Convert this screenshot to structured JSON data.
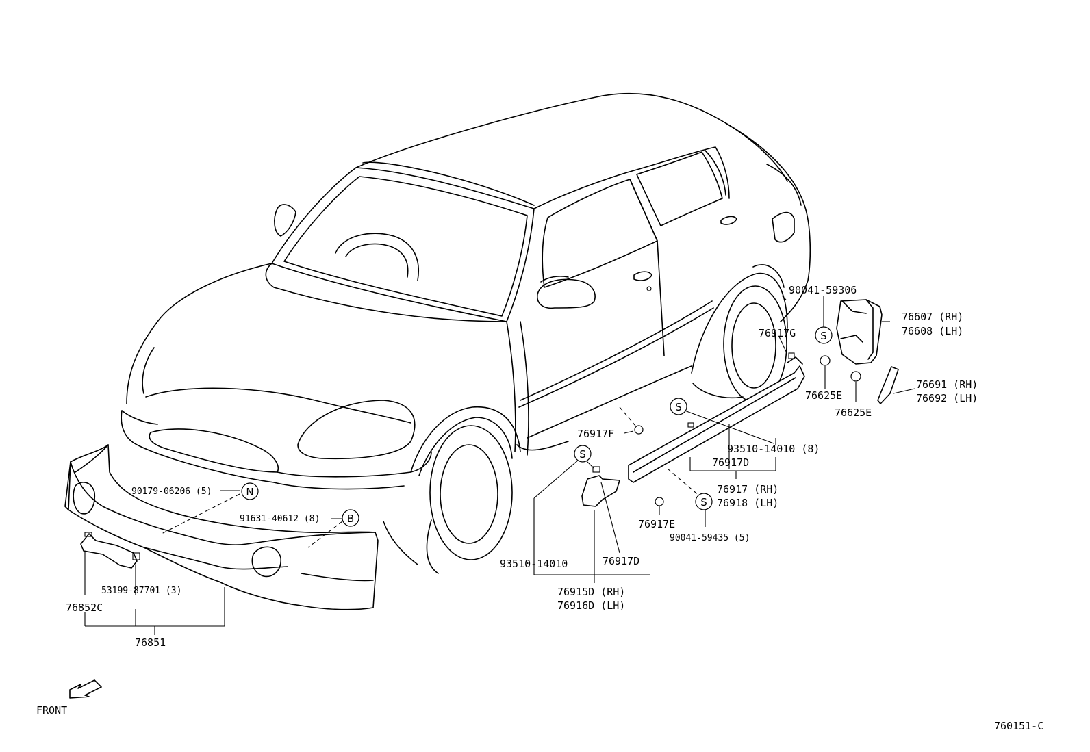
{
  "labels": {
    "p90041_59306": "90041-59306",
    "p76607": "76607 (RH)",
    "p76608": "76608 (LH)",
    "p76917G": "76917G",
    "p76625E_a": "76625E",
    "p76625E_b": "76625E",
    "p76691": "76691 (RH)",
    "p76692": "76692 (LH)",
    "p76917F": "76917F",
    "p93510_14010_8": "93510-14010 (8)",
    "p76917D_a": "76917D",
    "p76917": "76917 (RH)",
    "p76918": "76918 (LH)",
    "p76917E": "76917E",
    "p90041_59435": "90041-59435 (5)",
    "p90179_06206": "90179-06206 (5)",
    "p91631_40612": "91631-40612 (8)",
    "p93510_14010": "93510-14010",
    "p76917D_b": "76917D",
    "p76915D": "76915D (RH)",
    "p76916D": "76916D (LH)",
    "p53199_87701": "53199-87701 (3)",
    "p76852C": "76852C",
    "p76851": "76851",
    "front": "FRONT",
    "ref": "760151-C"
  },
  "symbols": {
    "s_letter": "S",
    "n_letter": "N",
    "b_letter": "B"
  }
}
